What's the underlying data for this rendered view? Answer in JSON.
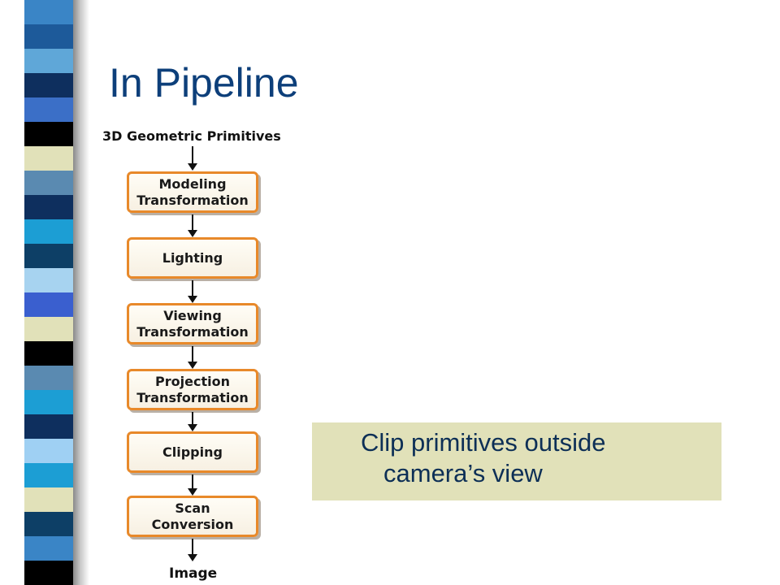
{
  "slide": {
    "title": "In Pipeline",
    "note": {
      "line1": "Clip primitives outside",
      "line2": "camera’s view"
    }
  },
  "diagram": {
    "input_label": "3D Geometric Primitives",
    "output_label": "Image",
    "stages": [
      {
        "label": "Modeling\nTransformation"
      },
      {
        "label": "Lighting"
      },
      {
        "label": "Viewing\nTransformation"
      },
      {
        "label": "Projection\nTransformation"
      },
      {
        "label": "Clipping"
      },
      {
        "label": "Scan\nConversion"
      }
    ],
    "stage_border_color": "#e8892a"
  },
  "decoration": {
    "stripe_colors": [
      "#3a85c6",
      "#1d5a9a",
      "#5fa7d8",
      "#0e2f5e",
      "#3b6fc7",
      "#000000",
      "#e1e1b9",
      "#5a8ab1",
      "#0e2f5e",
      "#1c9ed4",
      "#0d3f66",
      "#a7d3f0",
      "#3a5fcf",
      "#e1e1b9",
      "#000000",
      "#5a8ab1",
      "#1c9ed4",
      "#0e2f5e",
      "#9fd0f3",
      "#1c9ed4",
      "#e1e1b9",
      "#0d3f66",
      "#3a85c6",
      "#000000"
    ]
  }
}
